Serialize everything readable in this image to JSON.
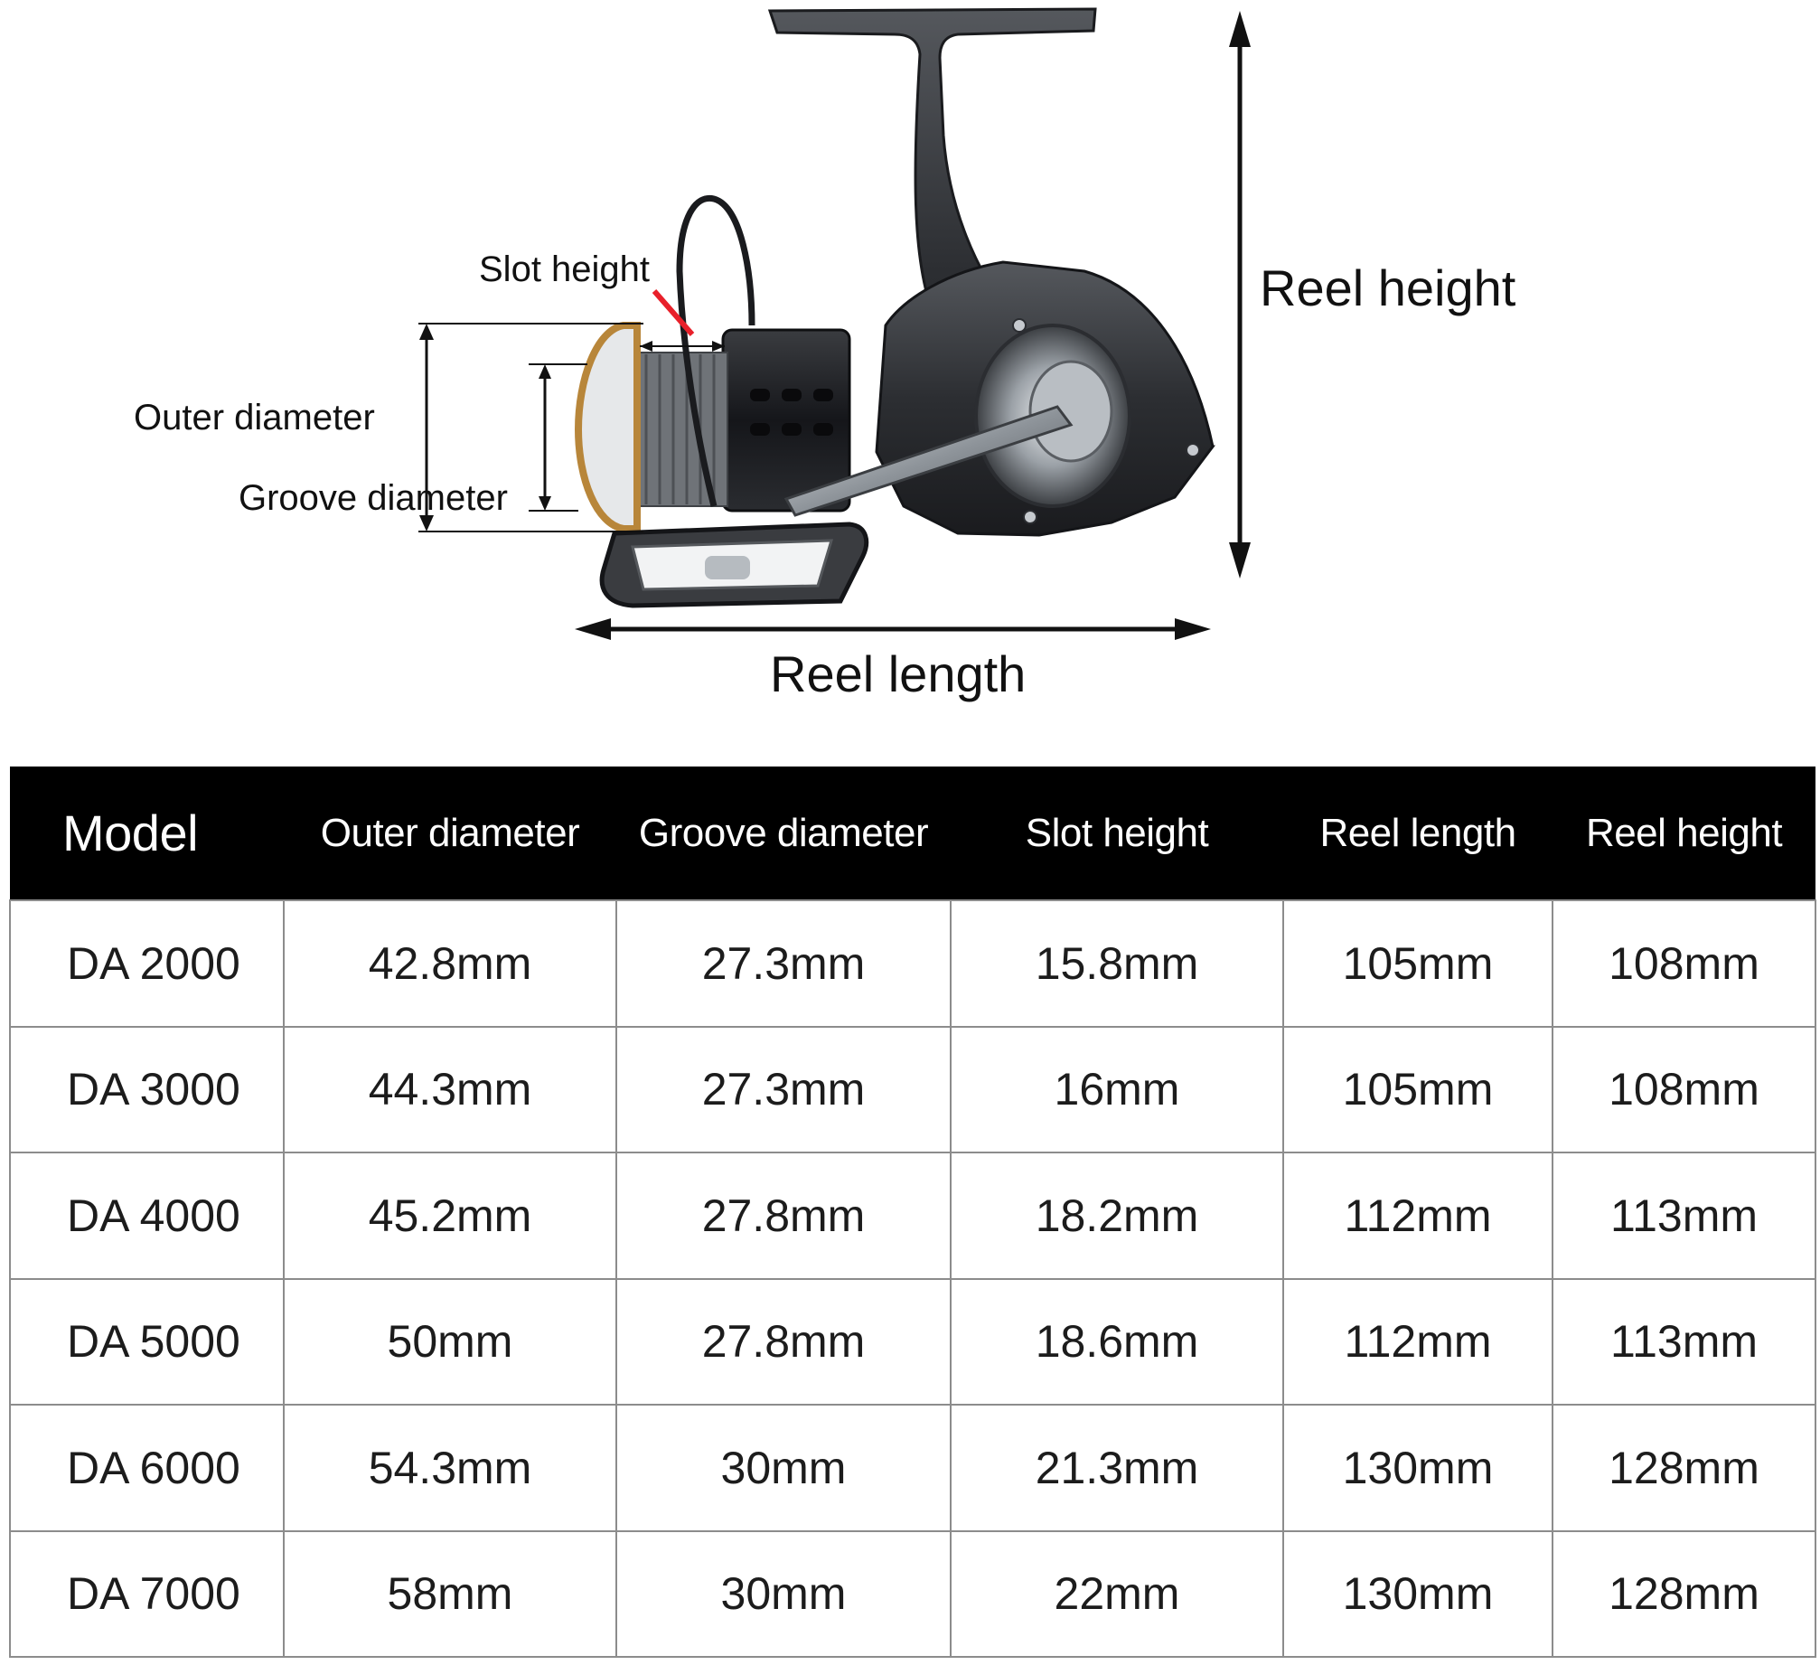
{
  "diagram": {
    "labels": {
      "slot_height": "Slot height",
      "outer_diameter": "Outer diameter",
      "groove_diameter": "Groove diameter",
      "reel_height": "Reel height",
      "reel_length": "Reel length"
    },
    "colors": {
      "slot_pointer": "#e8202a",
      "spool_trim": "#b8863a",
      "reel_body": "#2e3034",
      "reel_metal": "#9aa0a6"
    }
  },
  "table": {
    "headers": [
      "Model",
      "Outer diameter",
      "Groove diameter",
      "Slot height",
      "Reel length",
      "Reel height"
    ],
    "rows": [
      [
        "DA 2000",
        "42.8mm",
        "27.3mm",
        "15.8mm",
        "105mm",
        "108mm"
      ],
      [
        "DA 3000",
        "44.3mm",
        "27.3mm",
        "16mm",
        "105mm",
        "108mm"
      ],
      [
        "DA 4000",
        "45.2mm",
        "27.8mm",
        "18.2mm",
        "112mm",
        "113mm"
      ],
      [
        "DA 5000",
        "50mm",
        "27.8mm",
        "18.6mm",
        "112mm",
        "113mm"
      ],
      [
        "DA 6000",
        "54.3mm",
        "30mm",
        "21.3mm",
        "130mm",
        "128mm"
      ],
      [
        "DA 7000",
        "58mm",
        "30mm",
        "22mm",
        "130mm",
        "128mm"
      ]
    ],
    "colors": {
      "header_bg": "#000000",
      "header_text": "#ffffff",
      "grid": "#8c8c8c"
    }
  }
}
